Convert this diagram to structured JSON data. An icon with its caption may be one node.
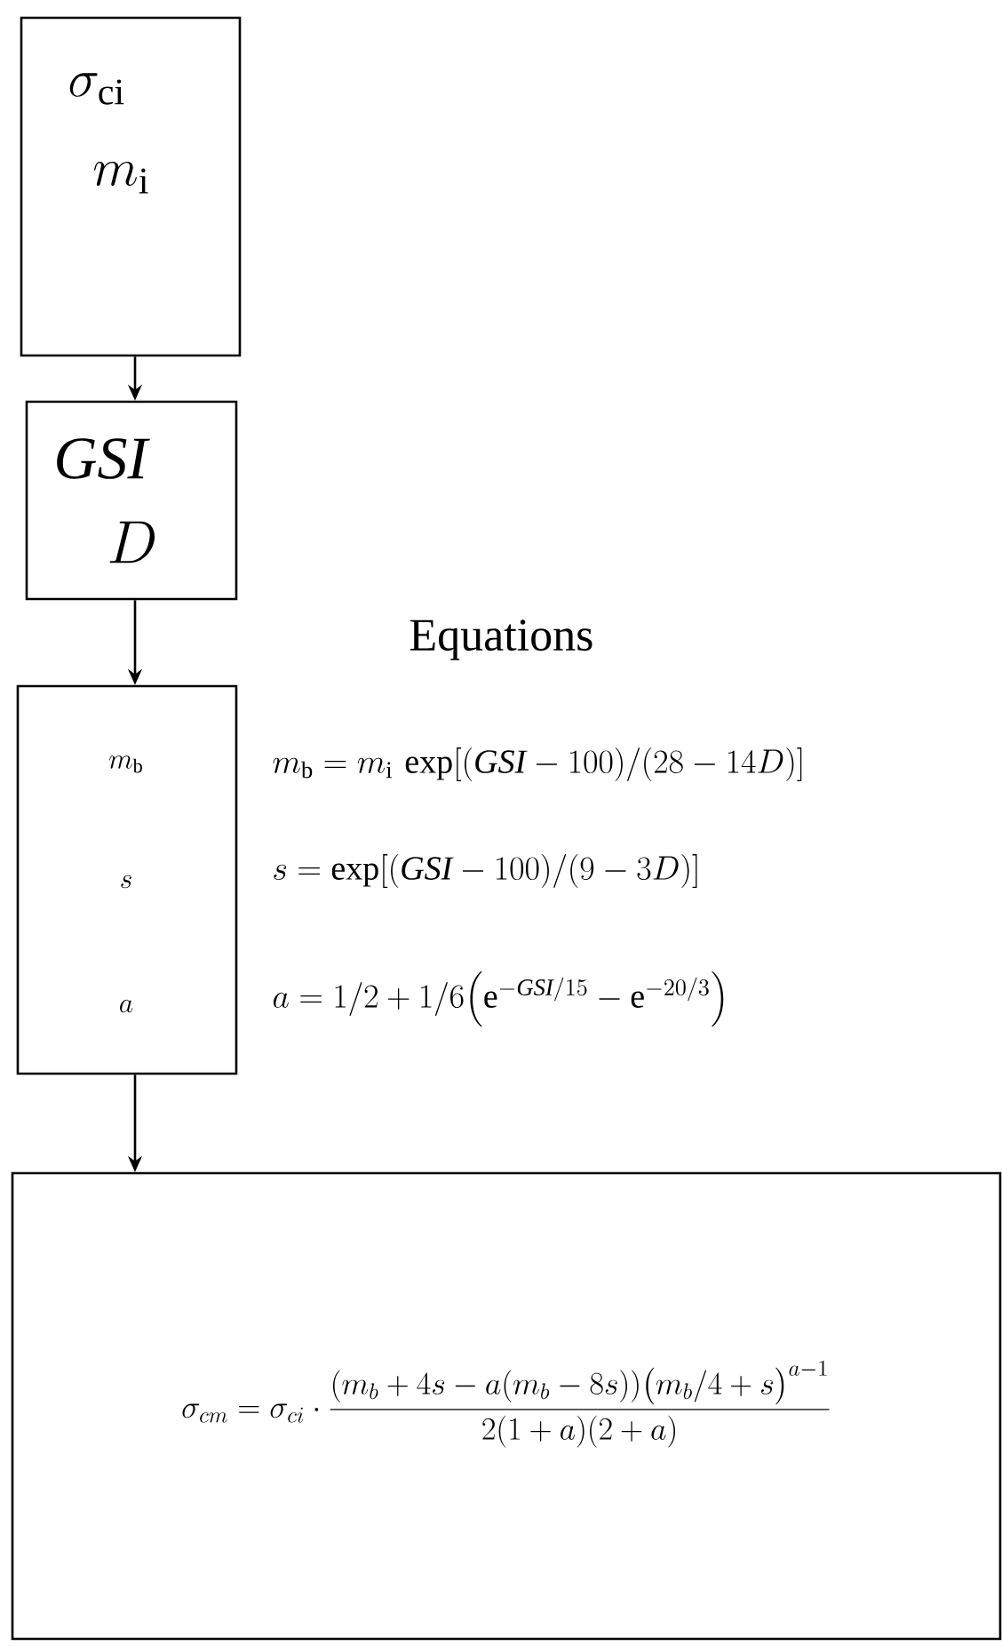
{
  "diagram": {
    "nodes": [
      {
        "text": [
          "\\sigma_{\\mathrm{ci}}",
          "m_{\\mathrm{i}}"
        ]
      },
      {
        "text": [
          "\\mathit{GSI}",
          "D"
        ]
      },
      {
        "text": [
          "m_{\\mathrm{b}}",
          "s",
          "a"
        ]
      },
      {
        "text": [
          "\\sigma_{cm} = \\sigma_{ci}\\cdot\\frac{(m_b+4s-a(m_b-8s))\\bigl(m_b/4+s\\bigr)^{a-1}}{2(1+a)(2+a)}"
        ]
      }
    ],
    "edges": [
      {
        "from": 0,
        "to": 1,
        "arrow": "to"
      },
      {
        "from": 1,
        "to": 2,
        "arrow": "to"
      },
      {
        "from": 2,
        "to": 3,
        "arrow": "to"
      }
    ],
    "labels": [
      "Equations",
      "m_{\\mathrm{b}} = m_{\\mathrm{i}}\\,\\exp[(\\mathit{GSI}-100)/(28-14D)]",
      "s = \\exp[(\\mathit{GSI}-100)/(9-3D)]",
      "a = 1/2 + 1/6\\Bigl(\\mathrm{e}^{-\\mathit{GSI}/15} - \\mathrm{e}^{-20/3}\\Bigr)"
    ]
  }
}
